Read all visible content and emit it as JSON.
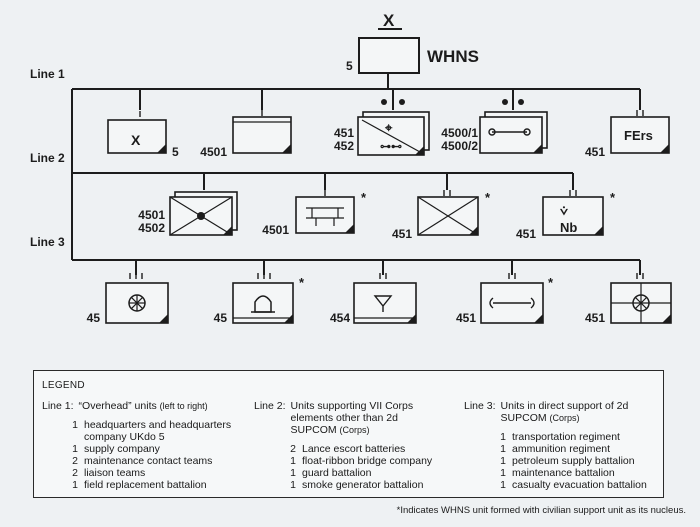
{
  "top": {
    "echelon": "X",
    "name": "WHNS",
    "code": "5"
  },
  "lines": [
    "Line 1",
    "Line 2",
    "Line 3"
  ],
  "units": {
    "line1": [
      {
        "code": "",
        "inner": "X",
        "suffix": "5"
      },
      {
        "code": "4501"
      },
      {
        "code": "451\n452"
      },
      {
        "code": "4500/1\n4500/2"
      },
      {
        "code": "451",
        "inner": "FErs"
      }
    ],
    "line2": [
      {
        "code": "4501\n4502"
      },
      {
        "code": "4501",
        "star": "*"
      },
      {
        "code": "451",
        "star": "*"
      },
      {
        "code": "451",
        "inner": "Nb",
        "star": "*"
      }
    ],
    "line3": [
      {
        "code": "45"
      },
      {
        "code": "45",
        "star": "*"
      },
      {
        "code": "454"
      },
      {
        "code": "451",
        "star": "*"
      },
      {
        "code": "451"
      }
    ]
  },
  "legend": {
    "title": "LEGEND",
    "col1": {
      "tag": "Line 1:",
      "head": "“Overhead” units",
      "head_small": "(left to right)",
      "items": [
        {
          "n": "1",
          "t": "headquarters and headquarters company UKdo 5"
        },
        {
          "n": "1",
          "t": "supply company"
        },
        {
          "n": "2",
          "t": "maintenance contact teams"
        },
        {
          "n": "2",
          "t": "liaison teams"
        },
        {
          "n": "1",
          "t": "field replacement battalion"
        }
      ]
    },
    "col2": {
      "tag": "Line 2:",
      "head": "Units supporting VII Corps elements other than 2d SUPCOM",
      "head_small": "(Corps)",
      "items": [
        {
          "n": "2",
          "t": "Lance escort batteries"
        },
        {
          "n": "1",
          "t": "float-ribbon bridge company"
        },
        {
          "n": "1",
          "t": "guard battalion"
        },
        {
          "n": "1",
          "t": "smoke generator battalion"
        }
      ]
    },
    "col3": {
      "tag": "Line 3:",
      "head": "Units in direct support of 2d SUPCOM",
      "head_small": "(Corps)",
      "items": [
        {
          "n": "1",
          "t": "transportation regiment"
        },
        {
          "n": "1",
          "t": "ammunition regiment"
        },
        {
          "n": "1",
          "t": "petroleum supply battalion"
        },
        {
          "n": "1",
          "t": "maintenance battalion"
        },
        {
          "n": "1",
          "t": "casualty evacuation battalion"
        }
      ]
    }
  },
  "footnote": "*Indicates WHNS unit formed with civilian support unit as its nucleus."
}
